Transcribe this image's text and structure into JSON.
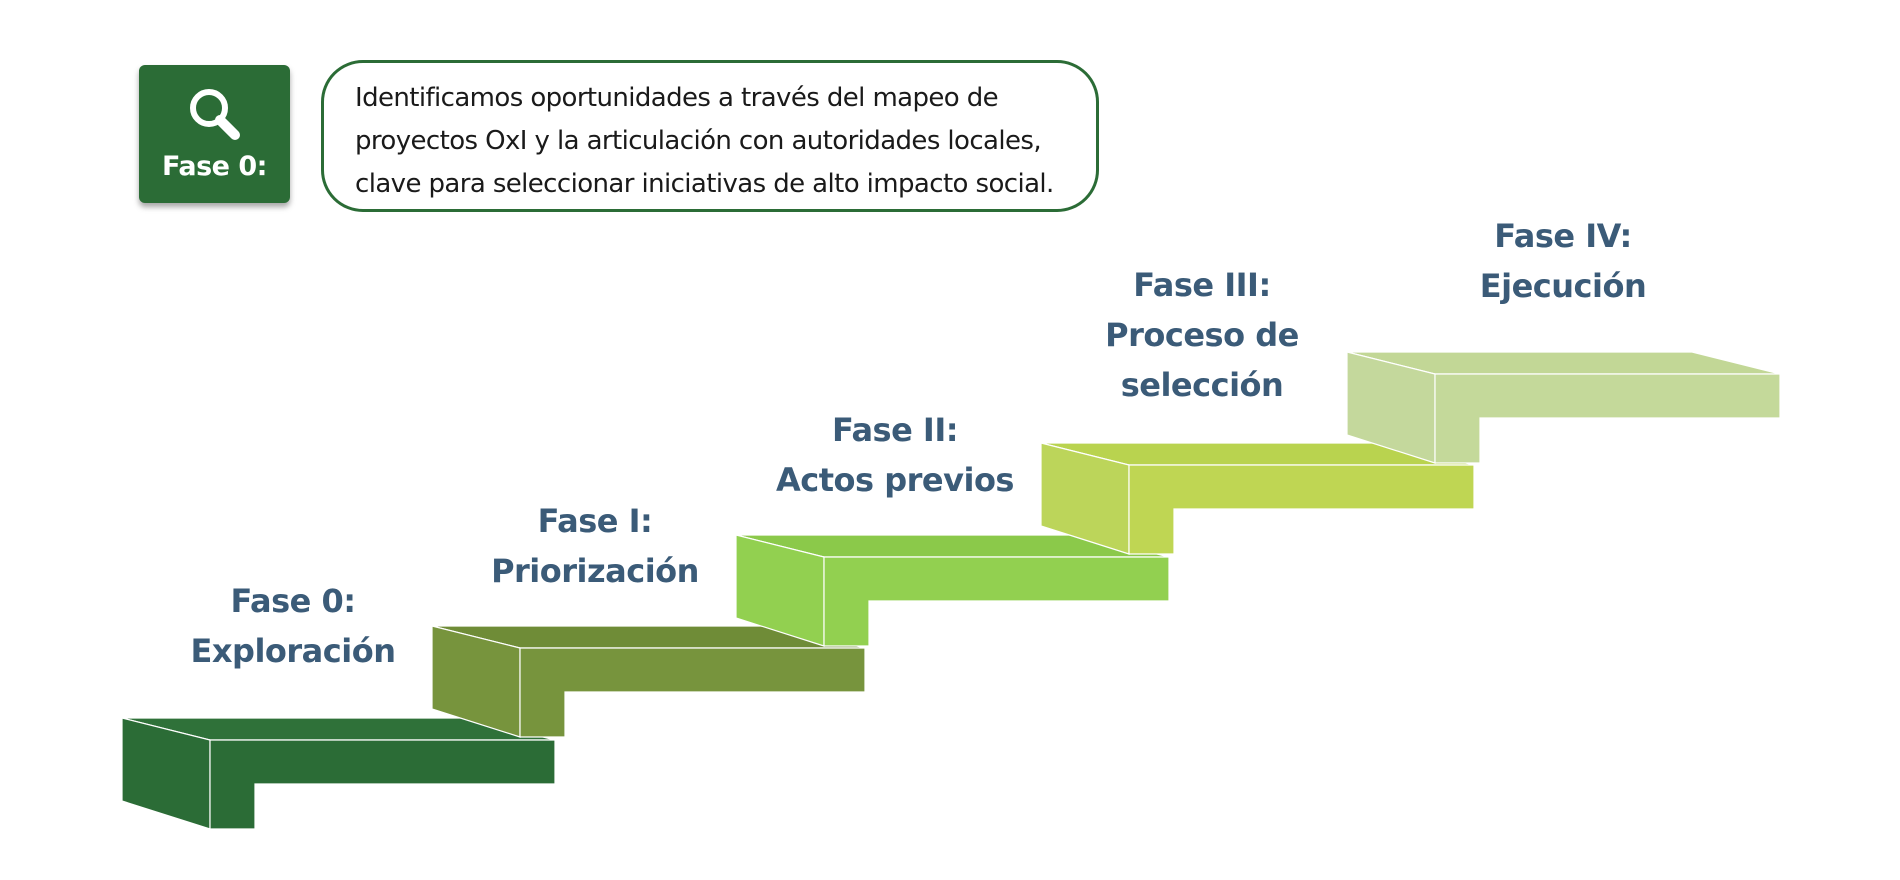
{
  "badge": {
    "icon": "search-icon",
    "label": "Fase 0:",
    "color": "#2b6c36"
  },
  "callout": {
    "lines": [
      "Identificamos oportunidades a través del mapeo de",
      "proyectos OxI y la articulación con autoridades locales,",
      "clave para seleccionar iniciativas de alto impacto social."
    ],
    "border_color": "#2b6c36"
  },
  "label_color": "#3b5b78",
  "phases": [
    {
      "id": "fase-0",
      "title": "Fase 0:",
      "lines": [
        "Exploración"
      ],
      "color": "#2b6c36",
      "side": "#2b6c36",
      "top": "#2f7139"
    },
    {
      "id": "fase-i",
      "title": "Fase I:",
      "lines": [
        "Priorización"
      ],
      "color": "#77943d",
      "side": "#77943d",
      "top": "#6f8c37"
    },
    {
      "id": "fase-ii",
      "title": "Fase II:",
      "lines": [
        "Actos previos"
      ],
      "color": "#92d050",
      "side": "#92d050",
      "top": "#8bc94a"
    },
    {
      "id": "fase-iii",
      "title": "Fase III:",
      "lines": [
        "Proceso de",
        "selección"
      ],
      "color": "#bfd653",
      "side": "#bcd55a",
      "top": "#b9d34f"
    },
    {
      "id": "fase-iv",
      "title": "Fase IV:",
      "lines": [
        "Ejecución"
      ],
      "color": "#c4d99a",
      "side": "#c4d89c",
      "top": "#c2d796"
    }
  ]
}
